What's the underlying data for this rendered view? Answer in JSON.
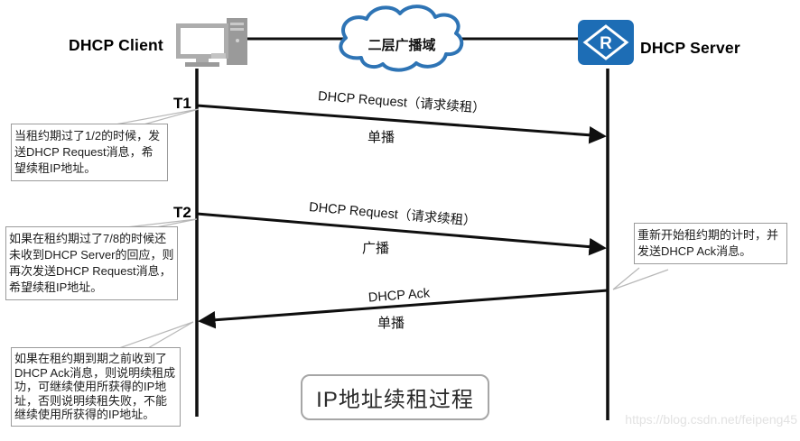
{
  "header": {
    "client_label": "DHCP Client",
    "server_label": "DHCP Server",
    "cloud_label": "二层广播域",
    "router_letter": "R"
  },
  "timeline": {
    "t1_label": "T1",
    "t2_label": "T2"
  },
  "messages": [
    {
      "label": "DHCP Request（请求续租）",
      "mode": "单播",
      "direction": "client-to-server"
    },
    {
      "label": "DHCP Request（请求续租）",
      "mode": "广播",
      "direction": "client-to-server"
    },
    {
      "label": "DHCP Ack",
      "mode": "单播",
      "direction": "server-to-client"
    }
  ],
  "callouts": [
    {
      "side": "left",
      "text": "当租约期过了1/2的时候，发送DHCP Request消息，希望续租IP地址。"
    },
    {
      "side": "left",
      "text": "如果在租约期过了7/8的时候还未收到DHCP Server的回应，则再次发送DHCP Request消息，希望续租IP地址。"
    },
    {
      "side": "right",
      "text": "重新开始租约期的计时，并发送DHCP Ack消息。"
    },
    {
      "side": "left",
      "text": "如果在租约期到期之前收到了DHCP Ack消息，则说明续租成功，可继续使用所获得的IP地址，否则说明续租失败，不能继续使用所获得的IP地址。"
    }
  ],
  "title_box": {
    "label": "IP地址续租过程"
  },
  "watermark": {
    "text": "https://blog.csdn.net/feipeng45"
  },
  "colors": {
    "cloud_stroke": "#2e74b5",
    "router_blue": "#1d6db5",
    "line_black": "#0f0f0f",
    "callout_border": "#9b9b9b",
    "watermark_gray": "#e2e2e2"
  }
}
